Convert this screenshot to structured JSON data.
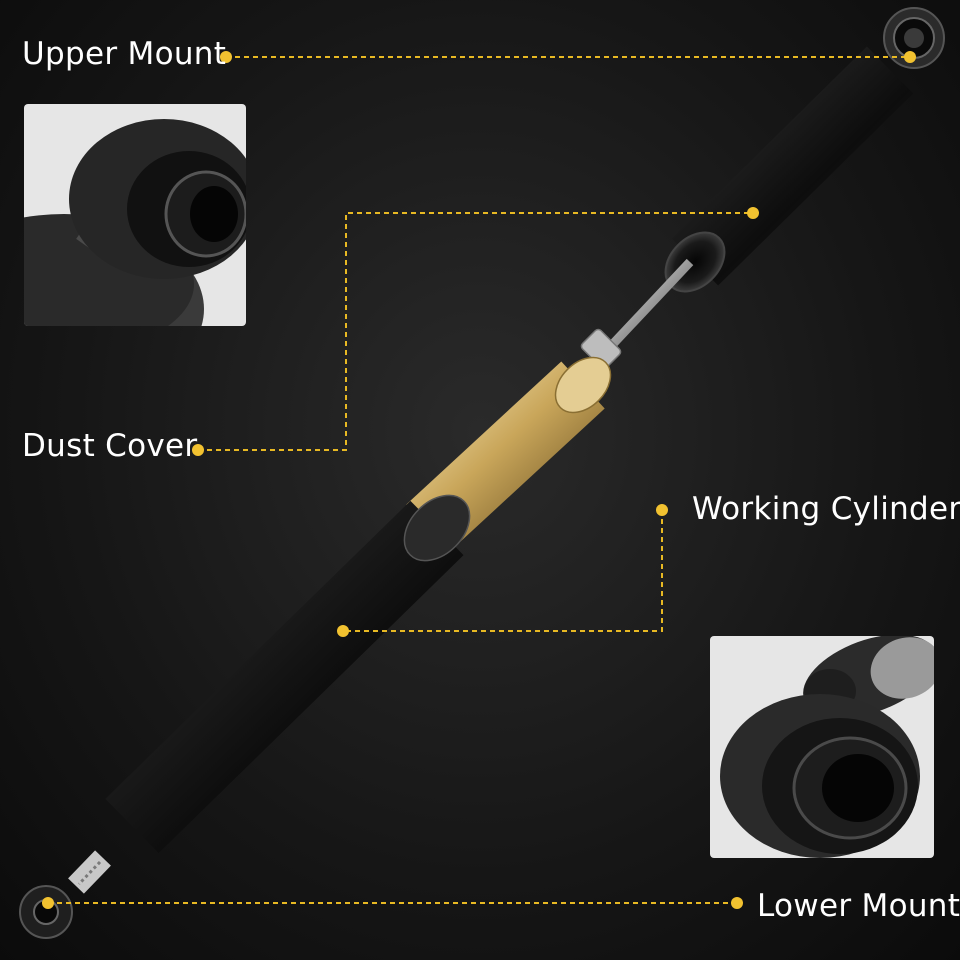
{
  "labels": {
    "upper_mount": "Upper Mount",
    "dust_cover": "Dust Cover",
    "working_cylinder": "Working Cylinder",
    "lower_mount": "Lower Mount"
  },
  "colors": {
    "leader_line": "#e8b923",
    "leader_dot": "#f2c230",
    "text": "#ffffff",
    "background": "#151515",
    "inset_background": "#e6e6e6",
    "brass": "#c9a65a"
  }
}
